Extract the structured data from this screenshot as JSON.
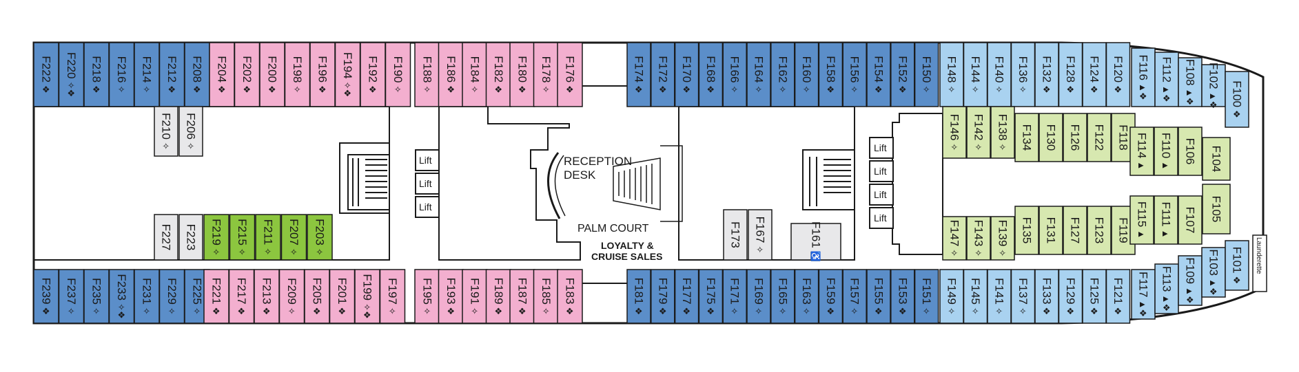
{
  "colors": {
    "dark_blue": "#5b8ec9",
    "light_blue": "#a9d2f0",
    "pink": "#f3afcf",
    "pale_green": "#d7e8b0",
    "bright_green": "#8cc63f",
    "grey": "#e8e8ea",
    "outline": "#1a1a1a"
  },
  "labels": {
    "reception": [
      "RECEPTION",
      "DESK"
    ],
    "palm_court": "PALM COURT",
    "loyalty": [
      "LOYALTY &",
      "CRUISE SALES"
    ],
    "launderette": "Launderette",
    "lift": "Lift"
  },
  "cabins": [
    {
      "id": "F222",
      "sym": "❖",
      "c": "dark_blue"
    },
    {
      "id": "F220",
      "sym": "✧❖",
      "c": "dark_blue"
    },
    {
      "id": "F218",
      "sym": "❖",
      "c": "dark_blue"
    },
    {
      "id": "F216",
      "sym": "✧",
      "c": "dark_blue"
    },
    {
      "id": "F214",
      "sym": "✧",
      "c": "dark_blue"
    },
    {
      "id": "F212",
      "sym": "❖",
      "c": "dark_blue"
    },
    {
      "id": "F208",
      "sym": "❖",
      "c": "dark_blue"
    },
    {
      "id": "F204",
      "sym": "❖",
      "c": "pink"
    },
    {
      "id": "F202",
      "sym": "❖",
      "c": "pink"
    },
    {
      "id": "F200",
      "sym": "❖",
      "c": "pink"
    },
    {
      "id": "F198",
      "sym": "✧",
      "c": "pink"
    },
    {
      "id": "F196",
      "sym": "❖",
      "c": "pink"
    },
    {
      "id": "F194",
      "sym": "✧❖",
      "c": "pink"
    },
    {
      "id": "F192",
      "sym": "❖",
      "c": "pink"
    },
    {
      "id": "F190",
      "sym": "✧",
      "c": "pink"
    },
    {
      "id": "F188",
      "sym": "✧",
      "c": "pink"
    },
    {
      "id": "F186",
      "sym": "❖",
      "c": "pink"
    },
    {
      "id": "F184",
      "sym": "✧",
      "c": "pink"
    },
    {
      "id": "F182",
      "sym": "❖",
      "c": "pink"
    },
    {
      "id": "F180",
      "sym": "❖",
      "c": "pink"
    },
    {
      "id": "F178",
      "sym": "✧",
      "c": "pink"
    },
    {
      "id": "F176",
      "sym": "❖",
      "c": "pink"
    },
    {
      "id": "F174",
      "sym": "❖",
      "c": "dark_blue"
    },
    {
      "id": "F172",
      "sym": "❖",
      "c": "dark_blue"
    },
    {
      "id": "F170",
      "sym": "❖",
      "c": "dark_blue"
    },
    {
      "id": "F168",
      "sym": "❖",
      "c": "dark_blue"
    },
    {
      "id": "F166",
      "sym": "✧",
      "c": "dark_blue"
    },
    {
      "id": "F164",
      "sym": "✧",
      "c": "dark_blue"
    },
    {
      "id": "F162",
      "sym": "✧",
      "c": "dark_blue"
    },
    {
      "id": "F160",
      "sym": "✧",
      "c": "dark_blue"
    },
    {
      "id": "F158",
      "sym": "❖",
      "c": "dark_blue"
    },
    {
      "id": "F156",
      "sym": "✧",
      "c": "dark_blue"
    },
    {
      "id": "F154",
      "sym": "❖",
      "c": "dark_blue"
    },
    {
      "id": "F152",
      "sym": "❖",
      "c": "dark_blue"
    },
    {
      "id": "F150",
      "sym": "✧",
      "c": "dark_blue"
    },
    {
      "id": "F148",
      "sym": "✧",
      "c": "light_blue"
    },
    {
      "id": "F144",
      "sym": "✧",
      "c": "light_blue"
    },
    {
      "id": "F140",
      "sym": "✧",
      "c": "light_blue"
    },
    {
      "id": "F136",
      "sym": "✧",
      "c": "light_blue"
    },
    {
      "id": "F132",
      "sym": "❖",
      "c": "light_blue"
    },
    {
      "id": "F128",
      "sym": "❖",
      "c": "light_blue"
    },
    {
      "id": "F124",
      "sym": "❖",
      "c": "light_blue"
    },
    {
      "id": "F120",
      "sym": "❖",
      "c": "light_blue"
    },
    {
      "id": "F116",
      "sym": "▲❖",
      "c": "light_blue"
    },
    {
      "id": "F112",
      "sym": "▲❖",
      "c": "light_blue"
    },
    {
      "id": "F108",
      "sym": "▲❖",
      "c": "light_blue"
    },
    {
      "id": "F102",
      "sym": "▲❖",
      "c": "light_blue"
    },
    {
      "id": "F100",
      "sym": "❖",
      "c": "light_blue"
    },
    {
      "id": "F210",
      "sym": "✧",
      "c": "grey"
    },
    {
      "id": "F206",
      "sym": "✧",
      "c": "grey"
    },
    {
      "id": "F227",
      "sym": "",
      "c": "grey"
    },
    {
      "id": "F223",
      "sym": "",
      "c": "grey"
    },
    {
      "id": "F219",
      "sym": "✧",
      "c": "bright_green"
    },
    {
      "id": "F215",
      "sym": "✧",
      "c": "bright_green"
    },
    {
      "id": "F211",
      "sym": "✧",
      "c": "bright_green"
    },
    {
      "id": "F207",
      "sym": "✧",
      "c": "bright_green"
    },
    {
      "id": "F203",
      "sym": "✧",
      "c": "bright_green"
    },
    {
      "id": "F173",
      "sym": "",
      "c": "grey"
    },
    {
      "id": "F167",
      "sym": "✧",
      "c": "grey"
    },
    {
      "id": "F161",
      "sym": "♿",
      "c": "grey"
    },
    {
      "id": "F146",
      "sym": "✧",
      "c": "pale_green"
    },
    {
      "id": "F142",
      "sym": "✧",
      "c": "pale_green"
    },
    {
      "id": "F138",
      "sym": "✧",
      "c": "pale_green"
    },
    {
      "id": "F134",
      "sym": "",
      "c": "pale_green"
    },
    {
      "id": "F130",
      "sym": "",
      "c": "pale_green"
    },
    {
      "id": "F126",
      "sym": "",
      "c": "pale_green"
    },
    {
      "id": "F122",
      "sym": "",
      "c": "pale_green"
    },
    {
      "id": "F118",
      "sym": "",
      "c": "pale_green"
    },
    {
      "id": "F114",
      "sym": "▲",
      "c": "pale_green"
    },
    {
      "id": "F110",
      "sym": "▲",
      "c": "pale_green"
    },
    {
      "id": "F106",
      "sym": "",
      "c": "pale_green"
    },
    {
      "id": "F104",
      "sym": "",
      "c": "pale_green"
    },
    {
      "id": "F105",
      "sym": "",
      "c": "pale_green"
    },
    {
      "id": "F147",
      "sym": "✧",
      "c": "pale_green"
    },
    {
      "id": "F143",
      "sym": "✧",
      "c": "pale_green"
    },
    {
      "id": "F139",
      "sym": "✧",
      "c": "pale_green"
    },
    {
      "id": "F135",
      "sym": "",
      "c": "pale_green"
    },
    {
      "id": "F131",
      "sym": "",
      "c": "pale_green"
    },
    {
      "id": "F127",
      "sym": "",
      "c": "pale_green"
    },
    {
      "id": "F123",
      "sym": "",
      "c": "pale_green"
    },
    {
      "id": "F119",
      "sym": "",
      "c": "pale_green"
    },
    {
      "id": "F115",
      "sym": "▲",
      "c": "pale_green"
    },
    {
      "id": "F111",
      "sym": "▲",
      "c": "pale_green"
    },
    {
      "id": "F107",
      "sym": "",
      "c": "pale_green"
    },
    {
      "id": "F239",
      "sym": "❖",
      "c": "dark_blue"
    },
    {
      "id": "F237",
      "sym": "✧",
      "c": "dark_blue"
    },
    {
      "id": "F235",
      "sym": "✧",
      "c": "dark_blue"
    },
    {
      "id": "F233",
      "sym": "✧❖",
      "c": "dark_blue"
    },
    {
      "id": "F231",
      "sym": "✧",
      "c": "dark_blue"
    },
    {
      "id": "F229",
      "sym": "✧",
      "c": "dark_blue"
    },
    {
      "id": "F225",
      "sym": "✧",
      "c": "dark_blue"
    },
    {
      "id": "F221",
      "sym": "❖",
      "c": "pink"
    },
    {
      "id": "F217",
      "sym": "❖",
      "c": "pink"
    },
    {
      "id": "F213",
      "sym": "❖",
      "c": "pink"
    },
    {
      "id": "F209",
      "sym": "✧",
      "c": "pink"
    },
    {
      "id": "F205",
      "sym": "❖",
      "c": "pink"
    },
    {
      "id": "F201",
      "sym": "❖",
      "c": "pink"
    },
    {
      "id": "F199",
      "sym": "✧❖",
      "c": "pink"
    },
    {
      "id": "F197",
      "sym": "✧",
      "c": "pink"
    },
    {
      "id": "F195",
      "sym": "✧",
      "c": "pink"
    },
    {
      "id": "F193",
      "sym": "❖",
      "c": "pink"
    },
    {
      "id": "F191",
      "sym": "✧",
      "c": "pink"
    },
    {
      "id": "F189",
      "sym": "❖",
      "c": "pink"
    },
    {
      "id": "F187",
      "sym": "❖",
      "c": "pink"
    },
    {
      "id": "F185",
      "sym": "✧",
      "c": "pink"
    },
    {
      "id": "F183",
      "sym": "❖",
      "c": "pink"
    },
    {
      "id": "F181",
      "sym": "❖",
      "c": "dark_blue"
    },
    {
      "id": "F179",
      "sym": "❖",
      "c": "dark_blue"
    },
    {
      "id": "F177",
      "sym": "❖",
      "c": "dark_blue"
    },
    {
      "id": "F175",
      "sym": "❖",
      "c": "dark_blue"
    },
    {
      "id": "F171",
      "sym": "✧",
      "c": "dark_blue"
    },
    {
      "id": "F169",
      "sym": "✧",
      "c": "dark_blue"
    },
    {
      "id": "F165",
      "sym": "✧",
      "c": "dark_blue"
    },
    {
      "id": "F163",
      "sym": "✧",
      "c": "dark_blue"
    },
    {
      "id": "F159",
      "sym": "❖",
      "c": "dark_blue"
    },
    {
      "id": "F157",
      "sym": "✧",
      "c": "dark_blue"
    },
    {
      "id": "F155",
      "sym": "❖",
      "c": "dark_blue"
    },
    {
      "id": "F153",
      "sym": "❖",
      "c": "dark_blue"
    },
    {
      "id": "F151",
      "sym": "✧",
      "c": "dark_blue"
    },
    {
      "id": "F149",
      "sym": "✧",
      "c": "light_blue"
    },
    {
      "id": "F145",
      "sym": "✧",
      "c": "light_blue"
    },
    {
      "id": "F141",
      "sym": "✧",
      "c": "light_blue"
    },
    {
      "id": "F137",
      "sym": "✧",
      "c": "light_blue"
    },
    {
      "id": "F133",
      "sym": "❖",
      "c": "light_blue"
    },
    {
      "id": "F129",
      "sym": "❖",
      "c": "light_blue"
    },
    {
      "id": "F125",
      "sym": "❖",
      "c": "light_blue"
    },
    {
      "id": "F121",
      "sym": "❖",
      "c": "light_blue"
    },
    {
      "id": "F117",
      "sym": "▲❖",
      "c": "light_blue"
    },
    {
      "id": "F113",
      "sym": "▲❖",
      "c": "light_blue"
    },
    {
      "id": "F109",
      "sym": "▲❖",
      "c": "light_blue"
    },
    {
      "id": "F103",
      "sym": "▲❖",
      "c": "light_blue"
    },
    {
      "id": "F101",
      "sym": "❖",
      "c": "light_blue"
    }
  ]
}
